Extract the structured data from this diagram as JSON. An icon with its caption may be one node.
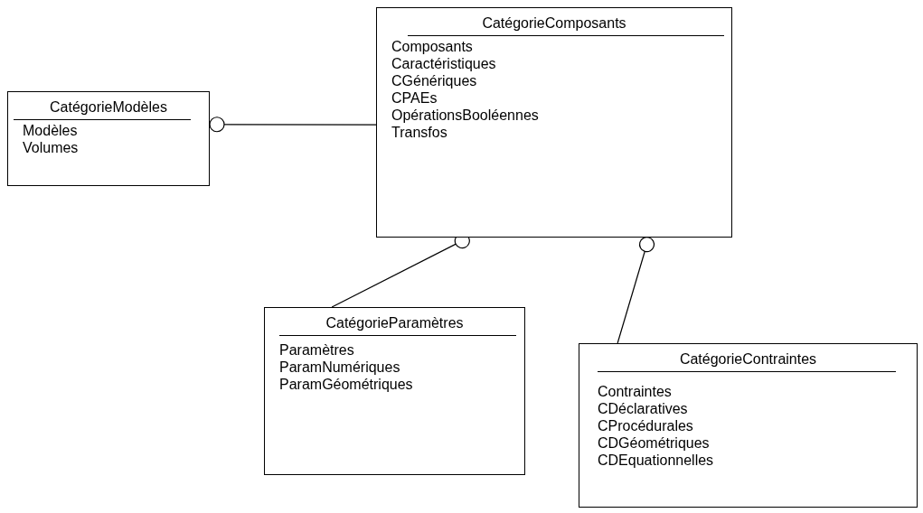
{
  "diagram": {
    "nodes": [
      {
        "text": [
          "CatégorieModèles",
          "Modèles",
          "Volumes"
        ]
      },
      {
        "text": [
          "CatégorieComposants",
          "Composants",
          "Caractéristiques",
          "CGénériques",
          "CPAEs",
          "OpérationsBooléennes",
          "Transfos"
        ]
      },
      {
        "text": [
          "CatégorieParamètres",
          "Paramètres",
          "ParamNumériques",
          "ParamGéométriques"
        ]
      },
      {
        "text": [
          "CatégorieContraintes",
          "Contraintes",
          "CDéclaratives",
          "CProcédurales",
          "CDGéométriques",
          "CDEquationnelles"
        ]
      }
    ],
    "edges": [
      {
        "from": 1,
        "to": 0,
        "arrow": "other"
      },
      {
        "from": 2,
        "to": 1,
        "arrow": "other"
      },
      {
        "from": 3,
        "to": 1,
        "arrow": "other"
      }
    ]
  }
}
